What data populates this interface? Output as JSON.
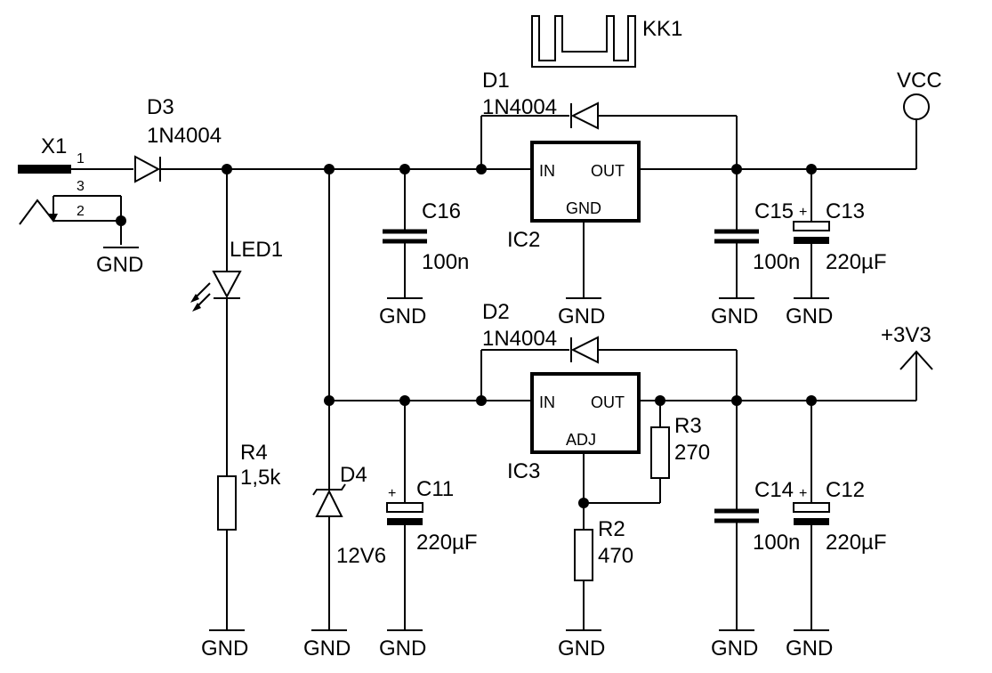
{
  "connector": {
    "ref": "X1",
    "pin1": "1",
    "pin2": "2",
    "pin3": "3",
    "gnd": "GND"
  },
  "d3": {
    "ref": "D3",
    "value": "1N4004"
  },
  "led1": {
    "ref": "LED1"
  },
  "r4": {
    "ref": "R4",
    "value": "1,5k"
  },
  "d4": {
    "ref": "D4",
    "value": "12V6"
  },
  "c16": {
    "ref": "C16",
    "value": "100n"
  },
  "c11": {
    "ref": "C11",
    "value": "220µF"
  },
  "ic2": {
    "ref": "IC2",
    "in": "IN",
    "out": "OUT",
    "gnd": "GND"
  },
  "ic3": {
    "ref": "IC3",
    "in": "IN",
    "out": "OUT",
    "adj": "ADJ"
  },
  "d1": {
    "ref": "D1",
    "value": "1N4004"
  },
  "d2": {
    "ref": "D2",
    "value": "1N4004"
  },
  "kk1": {
    "ref": "KK1"
  },
  "c15": {
    "ref": "C15",
    "value": "100n"
  },
  "c13": {
    "ref": "C13",
    "value": "220µF"
  },
  "c14": {
    "ref": "C14",
    "value": "100n"
  },
  "c12": {
    "ref": "C12",
    "value": "220µF"
  },
  "r3": {
    "ref": "R3",
    "value": "270"
  },
  "r2": {
    "ref": "R2",
    "value": "470"
  },
  "vcc": {
    "label": "VCC"
  },
  "v33": {
    "label": "+3V3"
  },
  "gnd_label": "GND",
  "plus_sign": "+"
}
